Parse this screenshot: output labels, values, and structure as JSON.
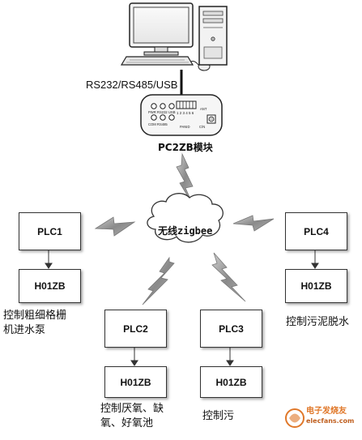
{
  "interface_label": "RS232/RS485/USB",
  "module": {
    "title": "PC2ZB模块",
    "device_text": {
      "row1": "PWR RS232 USB",
      "row2": "COM RS485",
      "numbers": "1 2 3 4 5 6",
      "pan": "PANID",
      "ant": "ANT",
      "ch": "C/N"
    }
  },
  "cloud_label": "无线zigbee",
  "nodes": {
    "plc1": {
      "plc": "PLC1",
      "zb": "H01ZB",
      "desc_line1": "控制粗细格栅",
      "desc_line2": "机进水泵"
    },
    "plc2": {
      "plc": "PLC2",
      "zb": "H01ZB",
      "desc_line1": "控制厌氧、缺",
      "desc_line2": "氧、好氧池"
    },
    "plc3": {
      "plc": "PLC3",
      "zb": "H01ZB",
      "desc_line1": "控制污"
    },
    "plc4": {
      "plc": "PLC4",
      "zb": "H01ZB",
      "desc_line1": "控制污泥脱水"
    }
  },
  "watermark": {
    "line1": "电子发烧友",
    "line2": "elecfans.com"
  },
  "colors": {
    "bolt": "#8a8a8a",
    "line": "#333333",
    "watermark": "#e0782a"
  }
}
